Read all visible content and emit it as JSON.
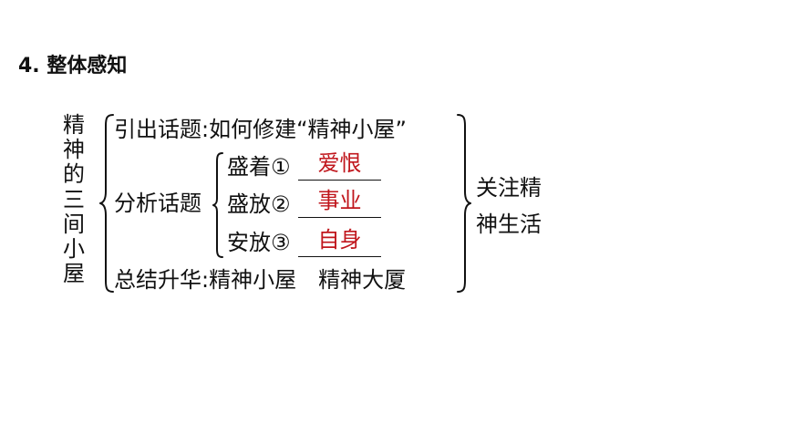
{
  "heading": "4. 整体感知",
  "main_title_chars": [
    "精",
    "神",
    "的",
    "三",
    "间",
    "小",
    "屋"
  ],
  "intro": {
    "label": "引出话题",
    "sep": ":",
    "text": "如何修建“精神小屋”"
  },
  "analysis": {
    "label": "分析话题",
    "items": [
      {
        "label": "盛着①",
        "answer": "爱恨"
      },
      {
        "label": "盛放②",
        "answer": "事业"
      },
      {
        "label": "安放③",
        "answer": "自身"
      }
    ]
  },
  "summary": {
    "label": "总结升华",
    "sep": ":",
    "text": "精神小屋　精神大厦"
  },
  "conclusion": {
    "line1": "关注精",
    "line2": "神生活"
  },
  "colors": {
    "text": "#111111",
    "answer": "#c0161c"
  }
}
